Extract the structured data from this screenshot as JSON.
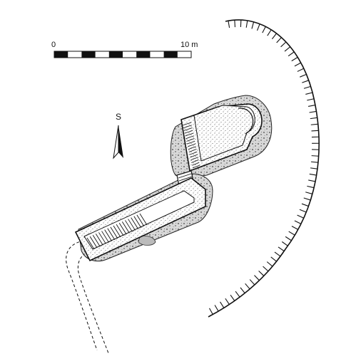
{
  "scale_bar": {
    "label_start": "0",
    "label_end": "10 m"
  },
  "orientation": {
    "label": "S"
  },
  "colors": {
    "ink": "#111111",
    "paper": "#ffffff"
  }
}
